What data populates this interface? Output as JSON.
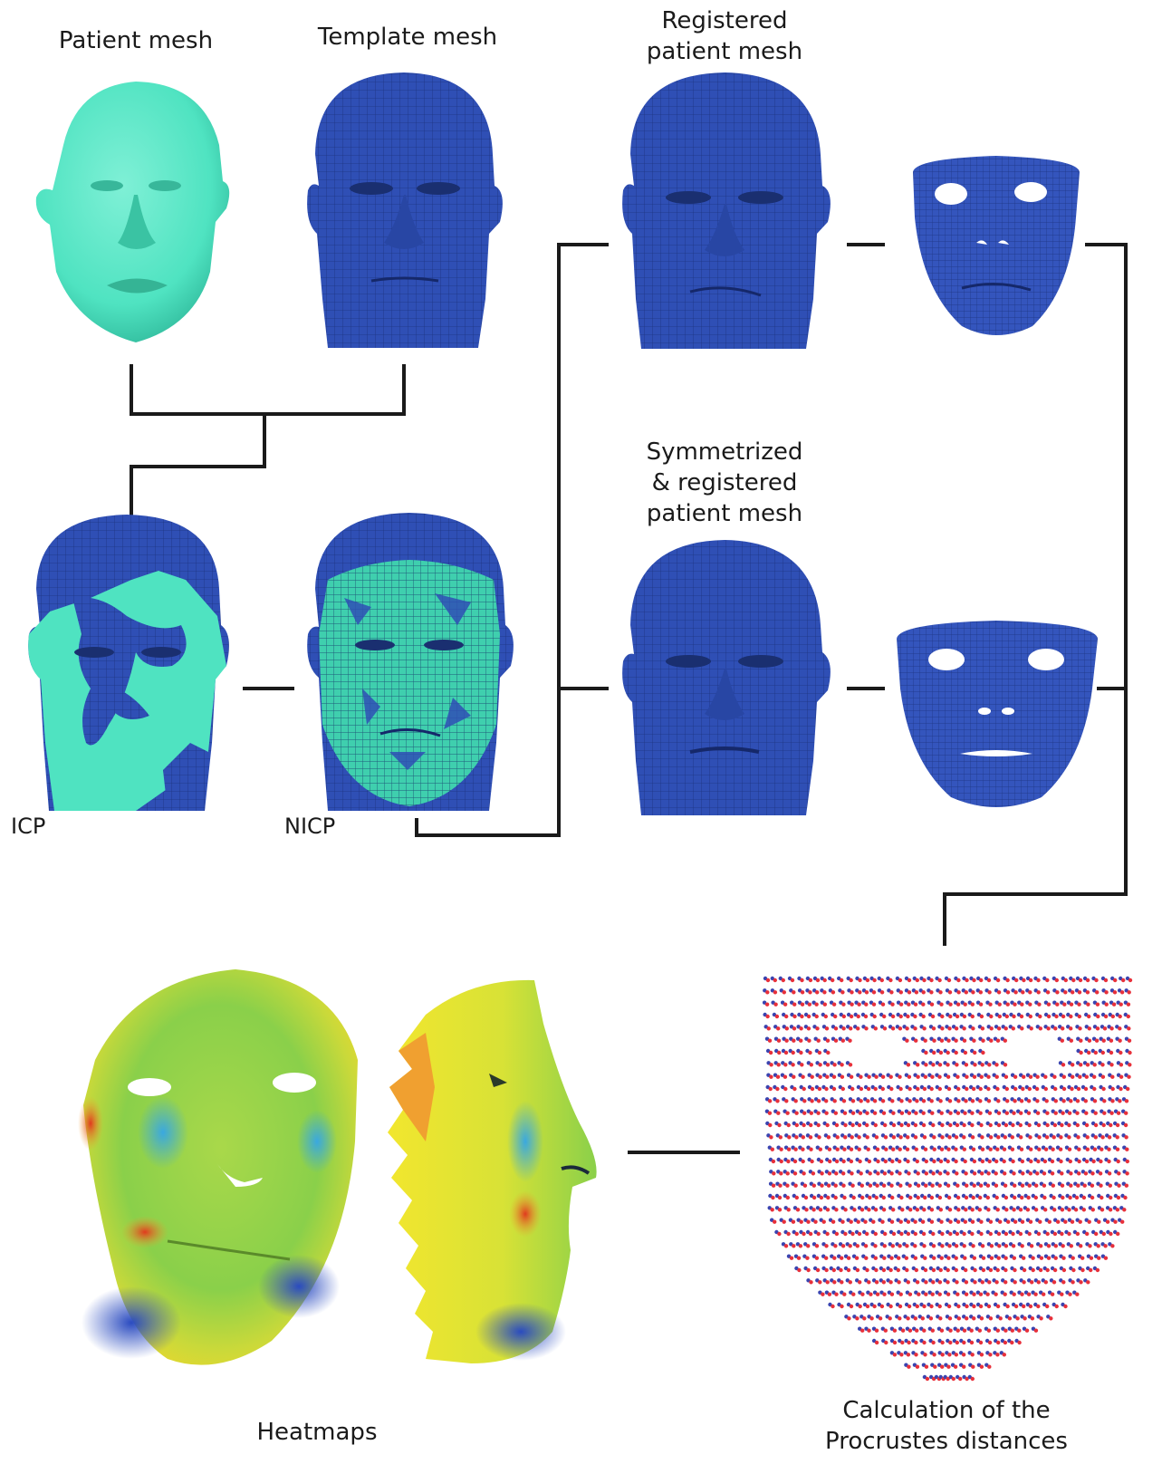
{
  "labels": {
    "patient_mesh": "Patient mesh",
    "template_mesh": "Template mesh",
    "registered_line1": "Registered",
    "registered_line2": "patient mesh",
    "symmetrized_line1": "Symmetrized",
    "symmetrized_line2": "& registered",
    "symmetrized_line3": "patient mesh",
    "icp": "ICP",
    "nicp": "NICP",
    "heatmaps": "Heatmaps",
    "procrustes_line1": "Calculation of the",
    "procrustes_line2": "Procrustes distances"
  },
  "colors": {
    "patient_mesh": "#4fe3c1",
    "template_mesh": "#2f4fb5",
    "template_dark": "#1f3a8a",
    "heat_green": "#8ad04a",
    "heat_yellow": "#f2e62e",
    "heat_red": "#e03a1e",
    "heat_blue": "#2a4bc0",
    "point_red": "#e8303a",
    "point_blue": "#3a44b0",
    "connector": "#1a1a1a"
  },
  "icons": [
    "head-mesh",
    "face-mask-mesh",
    "heatmap-face",
    "point-cloud-face"
  ]
}
